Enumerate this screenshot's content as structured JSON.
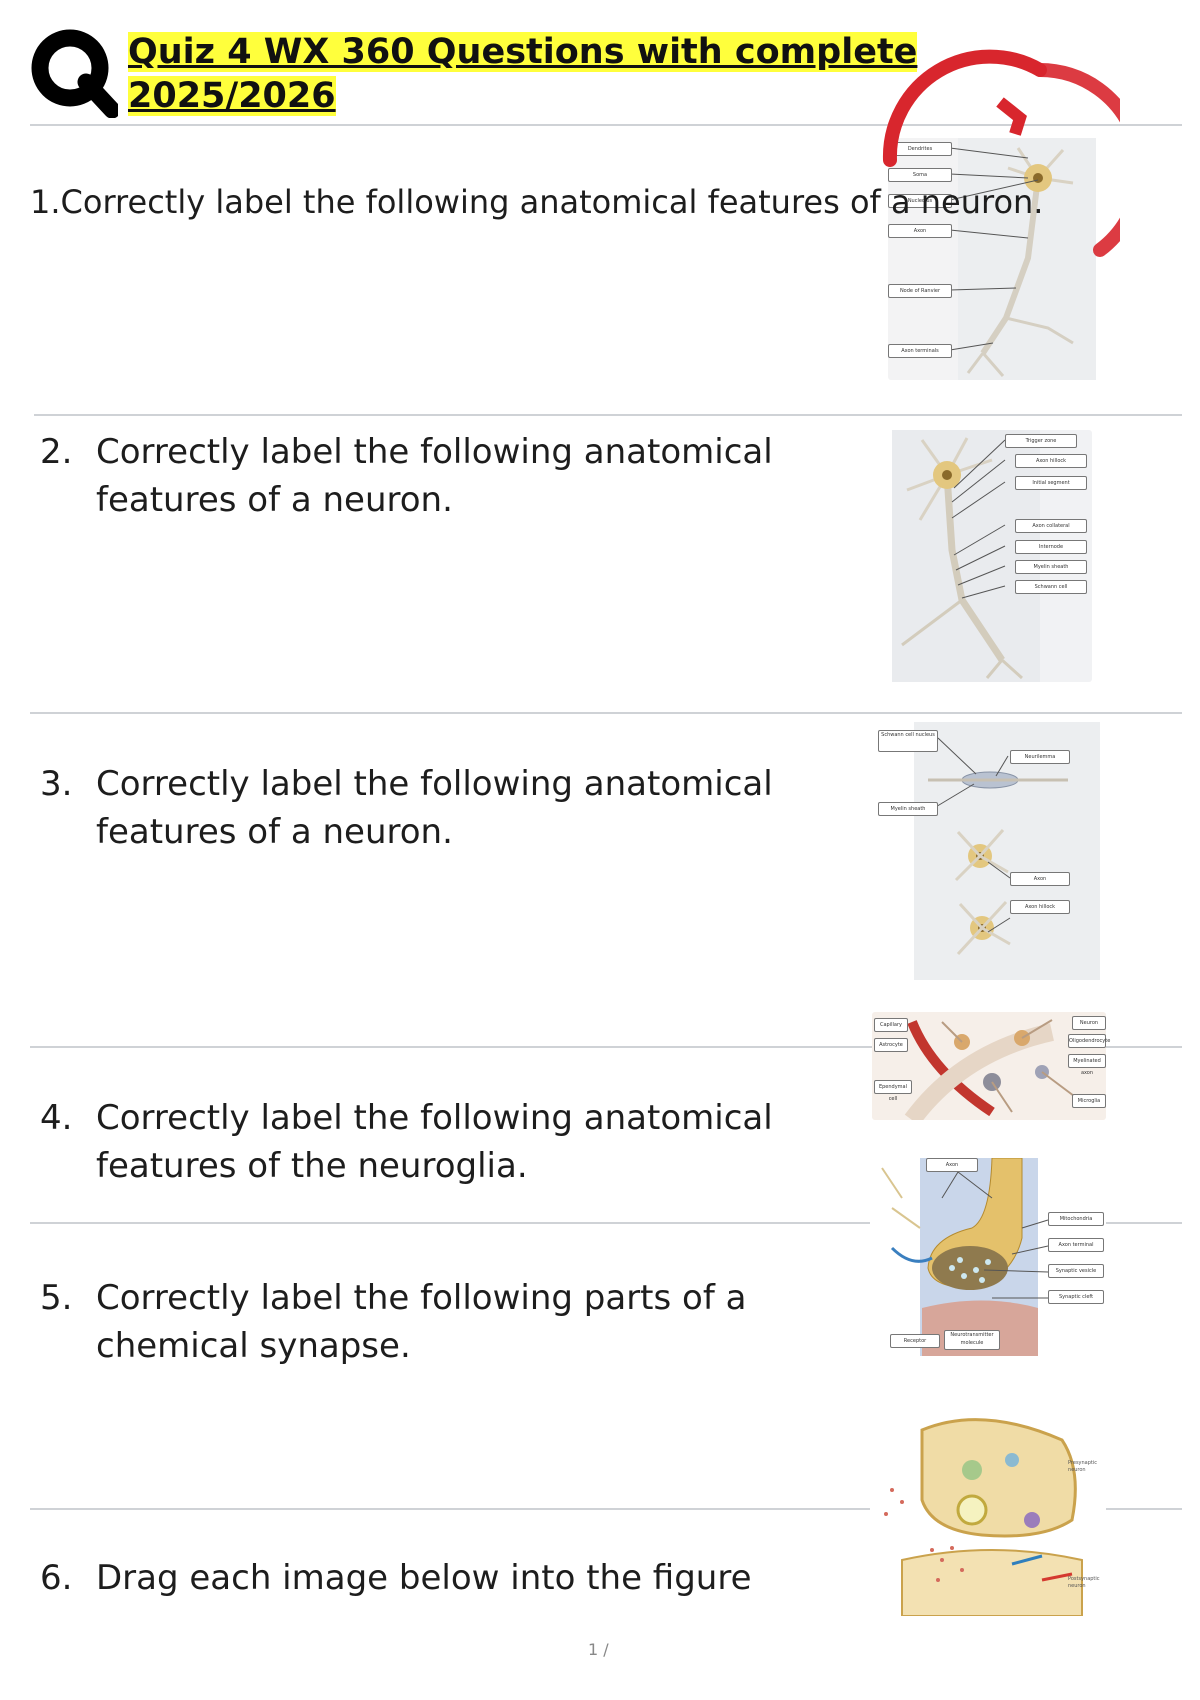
{
  "header": {
    "title_line1": "Quiz 4 WX 360 Questions with complete",
    "title_line2": "2025/2026"
  },
  "logo": {
    "icon": "q-logo-icon",
    "color": "#000000"
  },
  "watermark": {
    "icon": "red-circle-watermark-icon",
    "color": "#d8262d"
  },
  "highlight_color": "#ffff3c",
  "questions": [
    {
      "number": "1.",
      "text": "Correctly label the following anatomical features of a neuron."
    },
    {
      "number": "2.",
      "text": "Correctly label the following anatomical features of a neuron."
    },
    {
      "number": "3.",
      "text": "Correctly label the following anatomical features of a neuron."
    },
    {
      "number": "4.",
      "text": "Correctly label the following anatomical features of the neuroglia."
    },
    {
      "number": "5.",
      "text": "Correctly label the following parts of a chemical synapse."
    },
    {
      "number": "6.",
      "text": "Drag each image below into the figure"
    }
  ],
  "figures": {
    "fig1_labels": [
      "Dendrites",
      "Soma",
      "Nucleolus",
      "Axon",
      "Node of Ranvier",
      "Axon terminals"
    ],
    "fig2_labels": [
      "Trigger zone",
      "Axon hillock",
      "Initial segment",
      "Axon collateral",
      "Internode",
      "Myelin sheath",
      "Schwann cell"
    ],
    "fig3_labels": [
      "Schwann cell nucleus",
      "Neurilemma",
      "Myelin sheath",
      "Axon",
      "Axon hillock"
    ],
    "fig4_labels": [
      "Capillary",
      "Astrocyte",
      "Ependymal cell",
      "Neuron",
      "Oligodendrocyte",
      "Myelinated axon",
      "Microglia"
    ],
    "fig5_labels": [
      "Axon",
      "Mitochondria",
      "Axon terminal",
      "Synaptic vesicle",
      "Synaptic cleft",
      "Receptor",
      "Neurotransmitter molecule"
    ],
    "fig6_labels": [
      "Presynaptic neuron",
      "Postsynaptic neuron"
    ]
  },
  "page": {
    "number": "1 /"
  }
}
